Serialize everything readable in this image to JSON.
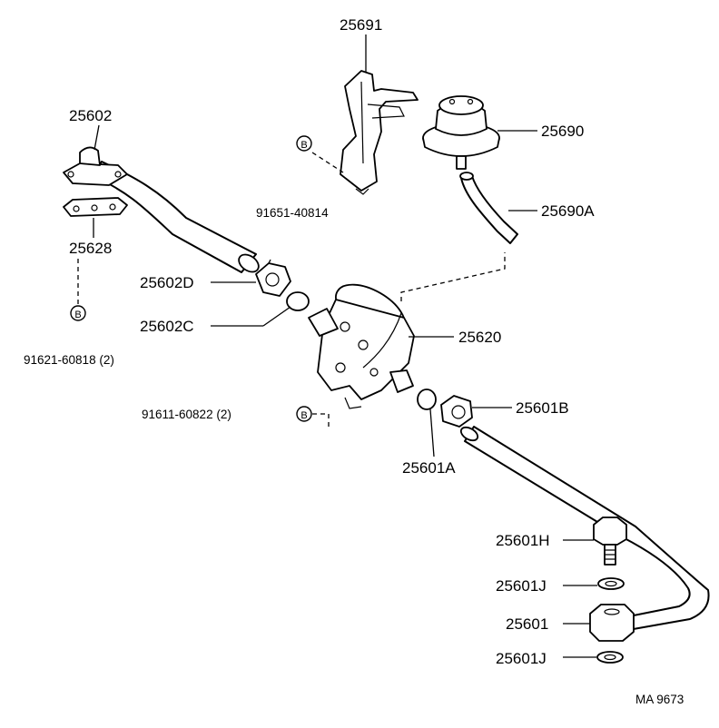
{
  "parts": {
    "p25691": "25691",
    "p25690": "25690",
    "p25690A": "25690A",
    "p25602": "25602",
    "p25628": "25628",
    "p25602D": "25602D",
    "p25602C": "25602C",
    "p25620": "25620",
    "p25601B": "25601B",
    "p25601A": "25601A",
    "p25601H": "25601H",
    "p25601J_1": "25601J",
    "p25601": "25601",
    "p25601J_2": "25601J"
  },
  "bolts": {
    "b91651": "91651-40814",
    "b91621": "91621-60818 (2)",
    "b91611": "91611-60822 (2)",
    "callout_letter": "B"
  },
  "footer": {
    "code": "MA 9673"
  }
}
